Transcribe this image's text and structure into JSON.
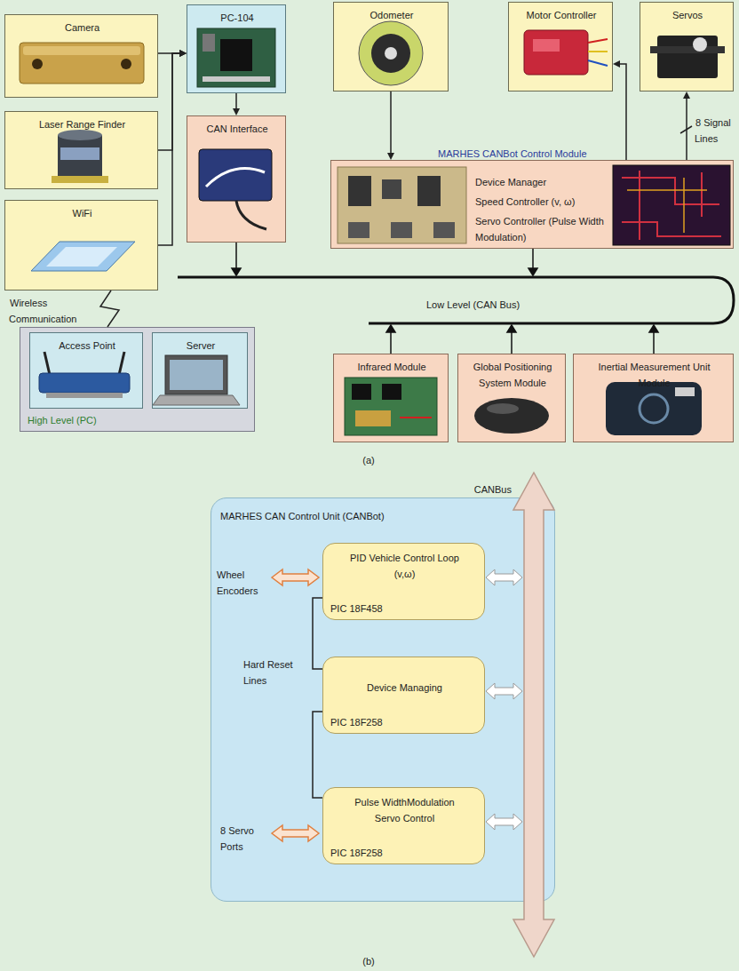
{
  "diagram": {
    "nodes": [
      {
        "text": [
          "Camera"
        ]
      },
      {
        "text": [
          "PC-104"
        ]
      },
      {
        "text": [
          "Odometer"
        ]
      },
      {
        "text": [
          "Motor Controller"
        ]
      },
      {
        "text": [
          "Servos"
        ]
      },
      {
        "text": [
          "Laser Range Finder"
        ]
      },
      {
        "text": [
          "CAN Interface"
        ]
      },
      {
        "text": [
          "MARHES CANBot Control Module",
          "Device Manager",
          "Speed Controller (v, ω)",
          "Servo Controller (Pulse Width Modulation)"
        ]
      },
      {
        "text": [
          "WiFi"
        ]
      },
      {
        "text": [
          "High Level (PC)"
        ]
      },
      {
        "text": [
          "Access Point"
        ],
        "in": 9
      },
      {
        "text": [
          "Server"
        ],
        "in": 9
      },
      {
        "text": [
          "Infrared Module"
        ]
      },
      {
        "text": [
          "Global Positioning System Module"
        ]
      },
      {
        "text": [
          "Inertial Measurement Unit Module"
        ]
      },
      {
        "text": [
          "MARHES CAN Control Unit (CANBot)"
        ]
      },
      {
        "text": [
          "PID Vehicle Control Loop (v,ω)",
          "PIC 18F458"
        ],
        "in": 15
      },
      {
        "text": [
          "Device Managing",
          "PIC 18F258"
        ],
        "in": 15
      },
      {
        "text": [
          "Pulse WidthModulation Servo Control",
          "PIC 18F258"
        ],
        "in": 15
      }
    ],
    "edges": [
      {
        "from": 0,
        "to": 1,
        "arrow": "to"
      },
      {
        "from": 5,
        "to": 1,
        "arrow": "to"
      },
      {
        "from": 8,
        "to": 1,
        "arrow": "to"
      },
      {
        "from": 1,
        "to": 6,
        "arrow": "to"
      },
      {
        "from": 2,
        "to": 7,
        "arrow": "to"
      },
      {
        "from": 7,
        "to": 3,
        "arrow": "to"
      },
      {
        "from": 7,
        "to": 4,
        "arrow": "to",
        "label": "8 Signal Lines"
      },
      {
        "from": 8,
        "to": 9,
        "arrow": "none",
        "label": "Wireless Communication"
      },
      {
        "from": 16,
        "to": 17,
        "arrow": "none"
      },
      {
        "from": 17,
        "to": 18,
        "arrow": "none"
      }
    ],
    "labels": [
      "Low Level (CAN Bus)",
      "(a)",
      "CANBus",
      "Wheel Encoders",
      "Hard Reset Lines",
      "8 Servo Ports",
      "(b)"
    ]
  }
}
